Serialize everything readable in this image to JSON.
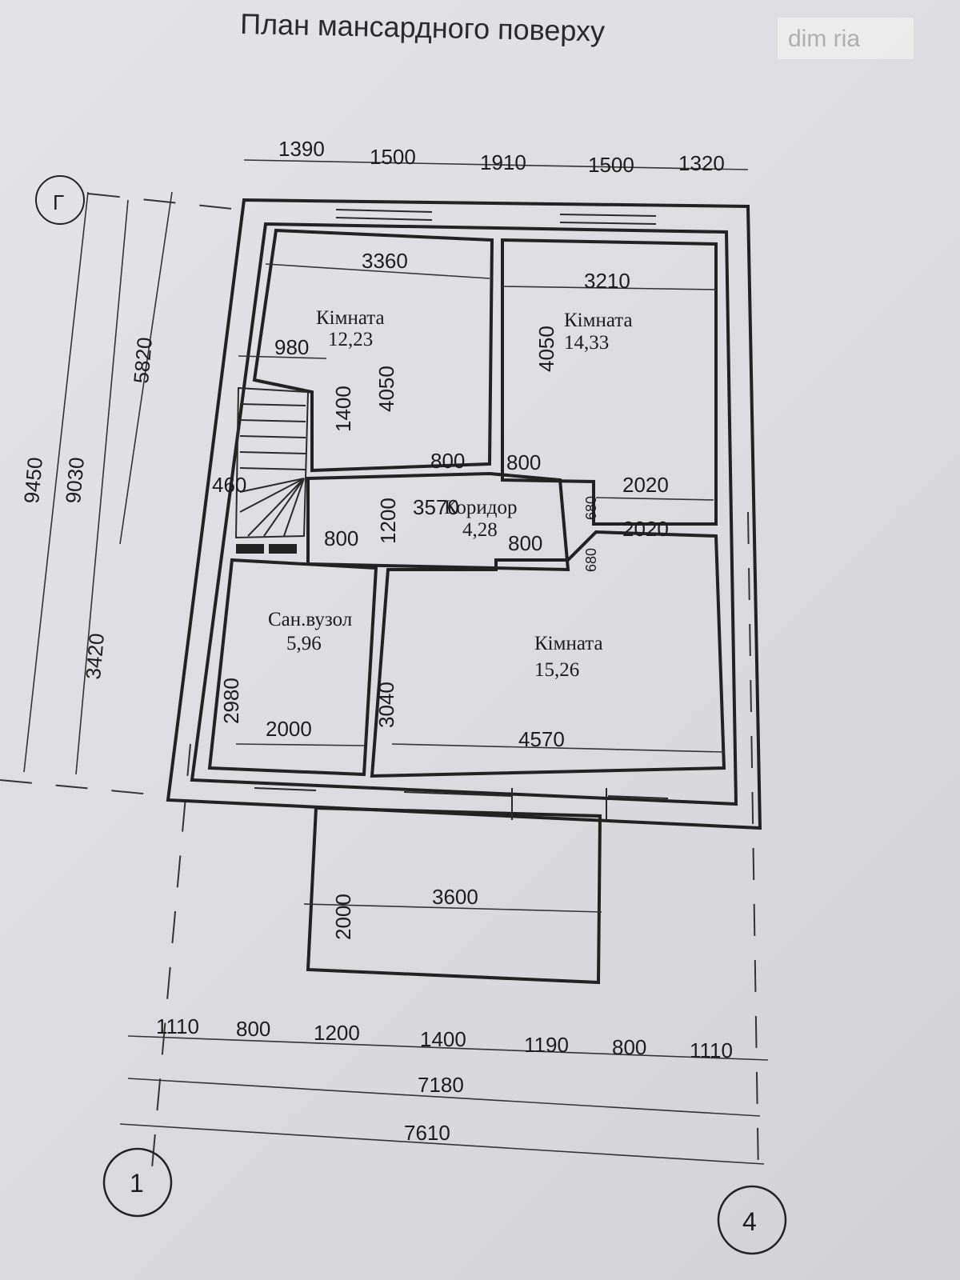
{
  "title": "План мансардного поверху",
  "watermark": "dim ria",
  "axes": {
    "top_left": "Г",
    "bottom_left": "1",
    "bottom_right": "4"
  },
  "rooms": [
    {
      "name": "Кімната",
      "area": "12,23"
    },
    {
      "name": "Кімната",
      "area": "14,33"
    },
    {
      "name": "Коридор",
      "area": "4,28"
    },
    {
      "name": "Сан.вузол",
      "area": "5,96"
    },
    {
      "name": "Кімната",
      "area": "15,26"
    }
  ],
  "top_dims": [
    "1390",
    "1500",
    "1910",
    "1500",
    "1320"
  ],
  "left_dims": [
    "9450",
    "9030",
    "5820",
    "3420"
  ],
  "bottom_dims": [
    "1110",
    "800",
    "1200",
    "1400",
    "1190",
    "800",
    "1110"
  ],
  "overall_dims": [
    "7180",
    "7610"
  ],
  "interior_dims": {
    "room1_width": "3360",
    "room2_width": "3210",
    "stair_width": "980",
    "stair_length": "1400",
    "room1_depth": "4050",
    "room2_depth": "4050",
    "door1": "800",
    "door2": "800",
    "door_stair": "800",
    "door_corridor": "800",
    "wall_460": "460",
    "corridor_len": "3570",
    "corridor_w": "1200",
    "closet_w1": "2020",
    "closet_w2": "2020",
    "closet_d1": "680",
    "closet_d2": "680",
    "bath_depth": "2980",
    "bath_width": "2000",
    "room3_depth": "3040",
    "room3_width": "4570",
    "balcony_width": "3600",
    "balcony_depth": "2000"
  }
}
